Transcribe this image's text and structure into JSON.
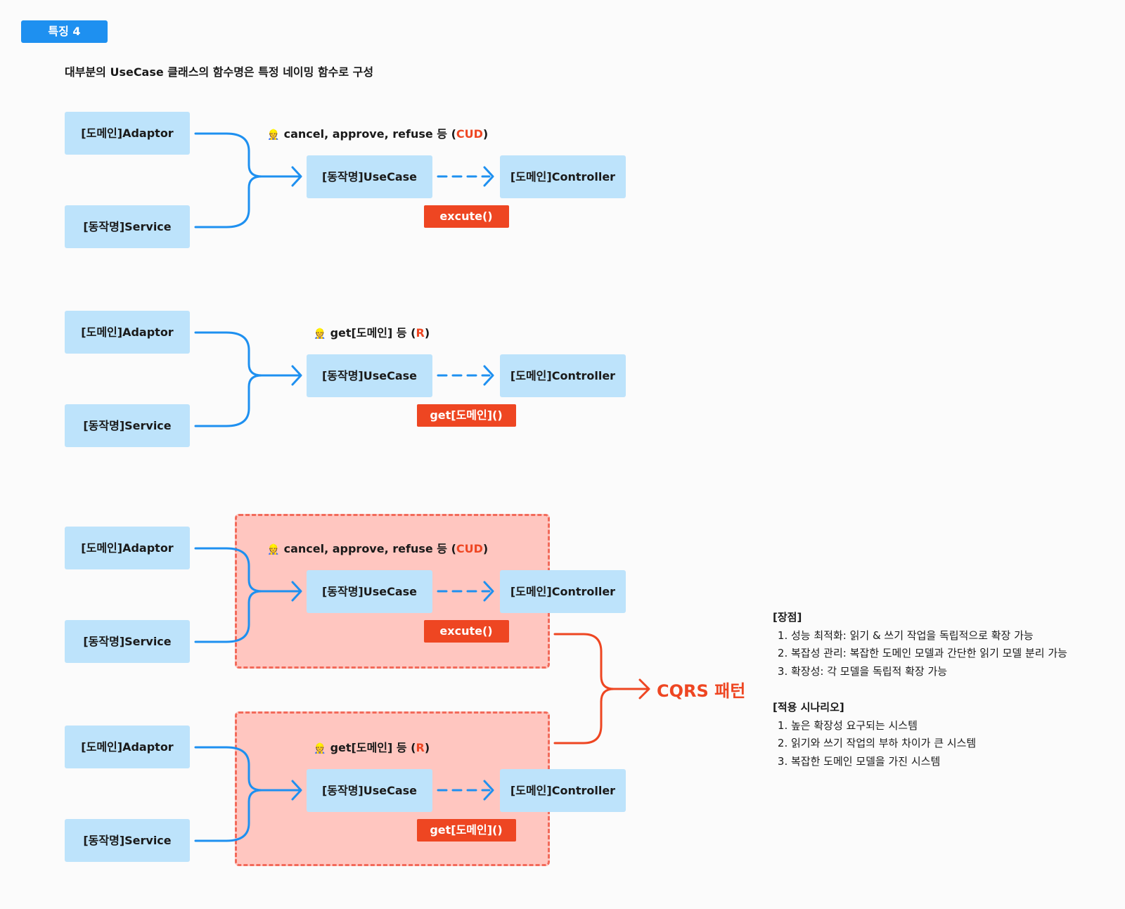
{
  "badge": "특징 4",
  "subtitle": "대부분의 UseCase 클래스의 함수명은 특정 네이밍 함수로 구성",
  "colors": {
    "box": "#bde3fb",
    "accent": "#ee4622",
    "arrow": "#1e90f0",
    "group": "#ffc6c0"
  },
  "diagrams": [
    {
      "adaptor": "[도메인]Adaptor",
      "service": "[동작명]Service",
      "usecase": "[동작명]UseCase",
      "controller": "[도메인]Controller",
      "label_icon": "worker-emoji-icon",
      "label_prefix": "cancel, approve, refuse 등 (",
      "label_highlight": "CUD",
      "label_suffix": ")",
      "function": "excute()"
    },
    {
      "adaptor": "[도메인]Adaptor",
      "service": "[동작명]Service",
      "usecase": "[동작명]UseCase",
      "controller": "[도메인]Controller",
      "label_icon": "worker-emoji-icon",
      "label_prefix": "get[도메인] 등 (",
      "label_highlight": "R",
      "label_suffix": ")",
      "function": "get[도메인]()"
    },
    {
      "adaptor": "[도메인]Adaptor",
      "service": "[동작명]Service",
      "usecase": "[동작명]UseCase",
      "controller": "[도메인]Controller",
      "label_icon": "worker-emoji-icon",
      "label_prefix": "cancel, approve, refuse 등 (",
      "label_highlight": "CUD",
      "label_suffix": ")",
      "function": "excute()"
    },
    {
      "adaptor": "[도메인]Adaptor",
      "service": "[동작명]Service",
      "usecase": "[동작명]UseCase",
      "controller": "[도메인]Controller",
      "label_icon": "worker-emoji-icon",
      "label_prefix": "get[도메인] 등 (",
      "label_highlight": "R",
      "label_suffix": ")",
      "function": "get[도메인]()"
    }
  ],
  "cqrs_label": "CQRS 패턴",
  "notes": {
    "pros_title": "[장점]",
    "pros": [
      "성능 최적화: 읽기 & 쓰기 작업을 독립적으로 확장 가능",
      "복잡성 관리: 복잡한 도메인 모델과 간단한 읽기 모델 분리 가능",
      "확장성: 각 모델을 독립적 확장 가능"
    ],
    "scenarios_title": "[적용 시나리오]",
    "scenarios": [
      "높은 확장성 요구되는 시스템",
      "읽기와 쓰기 작업의 부하 차이가 큰 시스템",
      "복잡한 도메인 모델을 가진 시스템"
    ]
  }
}
